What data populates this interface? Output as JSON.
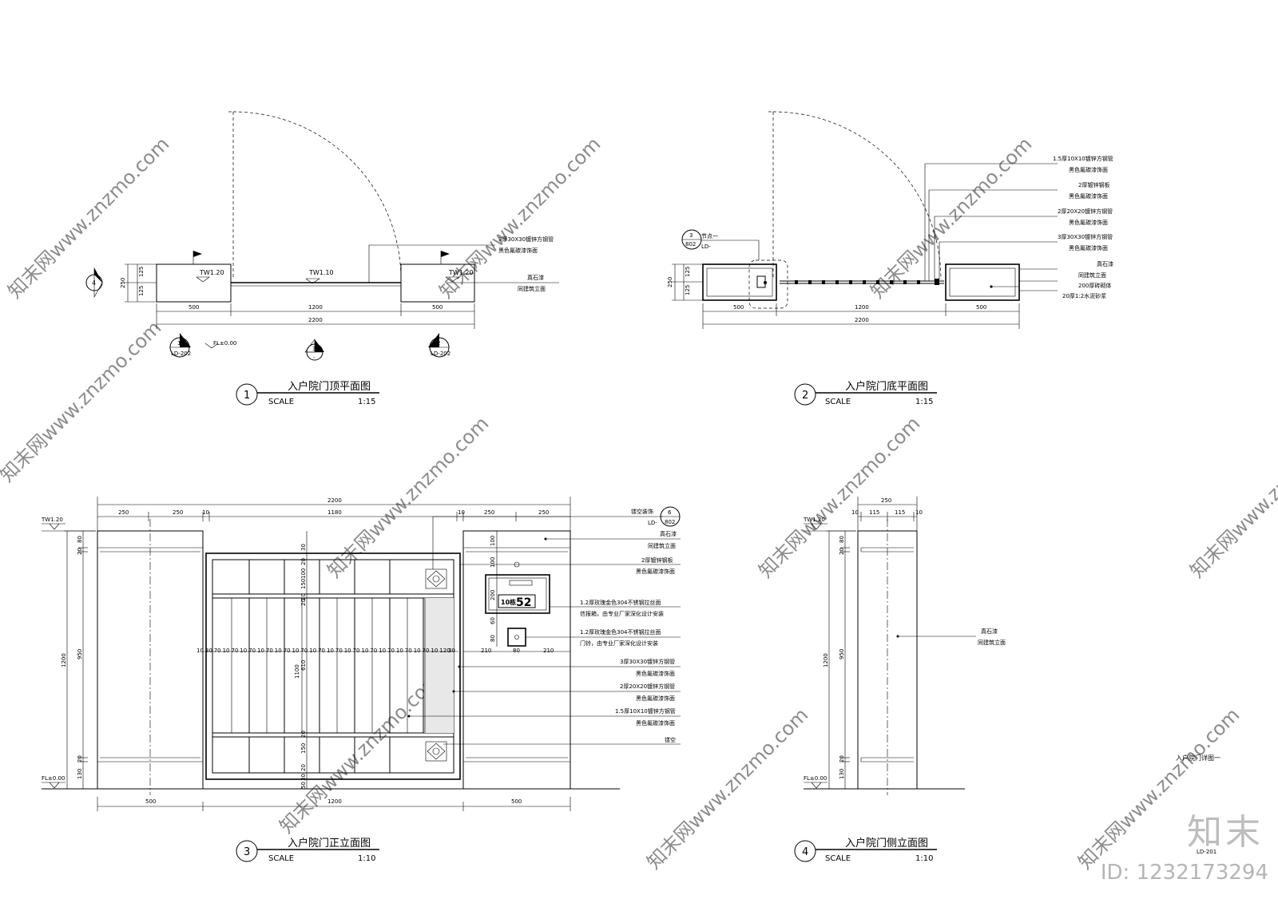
{
  "watermarks": [
    "知末网www.znzmo.com"
  ],
  "brand": {
    "logo": "知末",
    "id": "ID: 1232173294"
  },
  "sheet_no": "LD-201",
  "detail_title": "入户院门详图一",
  "views": {
    "v1": {
      "num": "1",
      "title": "入户院门顶平面图",
      "scale_label": "SCALE",
      "scale": "1:15",
      "tw_left": "TW1.20",
      "tw_mid": "TW1.10",
      "tw_right": "TW1.20",
      "dims_top": [
        "500",
        "1200",
        "500"
      ],
      "dim_total": "2200",
      "dims_side": [
        "125",
        "125"
      ],
      "dim_side_total": "250",
      "fl": "FL±0.00",
      "sec_left": {
        "num": "1",
        "ref": "LD-202"
      },
      "sec_mid": {
        "num": "3",
        "ref": "-"
      },
      "sec_right": {
        "num": "2",
        "ref": "LD-202"
      },
      "sec_side": "4",
      "labels": [
        "3厚30X30镀锌方钢管",
        "黑色氟碳漆饰面",
        "真石漆",
        "同建筑立面"
      ]
    },
    "v2": {
      "num": "2",
      "title": "入户院门底平面图",
      "scale_label": "SCALE",
      "scale": "1:15",
      "node_label": "节点一",
      "node_num": "3",
      "node_ref": "802",
      "node_ref2": "LD-",
      "dims": [
        "500",
        "1200",
        "500"
      ],
      "dim_total": "2200",
      "dims_side": [
        "125",
        "125"
      ],
      "dim_side_total": "250",
      "labels": [
        "1.5厚10X10镀锌方钢管",
        "黑色氟碳漆饰面",
        "2厚镀锌钢板",
        "黑色氟碳漆饰面",
        "2厚20X20镀锌方钢管",
        "黑色氟碳漆饰面",
        "3厚30X30镀锌方钢管",
        "黑色氟碳漆饰面",
        "真石漆",
        "同建筑立面",
        "200厚砖砌体",
        "20厚1:2水泥砂浆"
      ]
    },
    "v3": {
      "num": "3",
      "title": "入户院门正立面图",
      "scale_label": "SCALE",
      "scale": "1:10",
      "tw": "TW1.20",
      "fl": "FL±0.00",
      "top_total": "2200",
      "top_dims": [
        "250",
        "250",
        "10",
        "1180",
        "10",
        "250",
        "250"
      ],
      "bottom_dims": [
        "500",
        "1200",
        "500"
      ],
      "left_dims": [
        "80",
        "20",
        "950",
        "20",
        "130"
      ],
      "left_total": "1200",
      "center_vdims": [
        "30",
        "20",
        "100",
        "20",
        "150",
        "20",
        "610",
        "1100",
        "20",
        "150",
        "20",
        "30",
        "50"
      ],
      "bar_dims": [
        "10",
        "30",
        "70",
        "10",
        "70",
        "10",
        "70",
        "10",
        "70",
        "10",
        "70",
        "10",
        "70",
        "10",
        "70",
        "10",
        "70",
        "10",
        "70",
        "10",
        "70",
        "10",
        "70",
        "10",
        "70",
        "10",
        "70",
        "10",
        "120",
        "30"
      ],
      "pillar_vdims": [
        "100",
        "100",
        "200",
        "60",
        "80"
      ],
      "pillar_hdims": [
        "210",
        "80",
        "210"
      ],
      "house_no_prefix": "10栋",
      "house_no": "52",
      "ornament": {
        "label": "镂空装饰",
        "num": "6",
        "ref": "802",
        "ref2": "LD-"
      },
      "labels": [
        "真石漆",
        "同建筑立面",
        "2厚镀锌钢板",
        "黑色氟碳漆饰面",
        "1.2厚玫瑰金色304不锈钢拉丝面",
        "信报箱，由专业厂家深化设计安装",
        "1.2厚玫瑰金色304不锈钢拉丝面",
        "门铃，由专业厂家深化设计安装",
        "3厚30X30镀锌方钢管",
        "黑色氟碳漆饰面",
        "2厚20X20镀锌方钢管",
        "黑色氟碳漆饰面",
        "1.5厚10X10镀锌方钢管",
        "黑色氟碳漆饰面",
        "镂空"
      ]
    },
    "v4": {
      "num": "4",
      "title": "入户院门侧立面图",
      "scale_label": "SCALE",
      "scale": "1:10",
      "tw": "TW1.20",
      "fl": "FL±0.00",
      "top_total": "250",
      "top_dims": [
        "10",
        "115",
        "115",
        "10"
      ],
      "left_dims": [
        "80",
        "20",
        "950",
        "20",
        "130"
      ],
      "left_total": "1200",
      "labels": [
        "真石漆",
        "同建筑立面"
      ]
    }
  }
}
